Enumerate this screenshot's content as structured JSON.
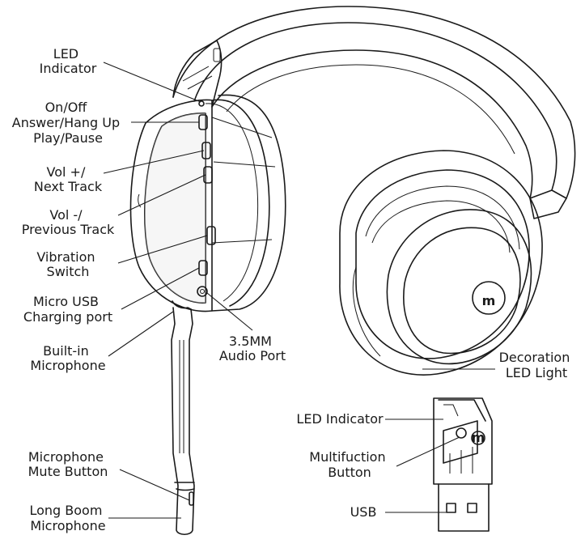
{
  "labels": {
    "led_indicator": [
      "LED",
      "Indicator"
    ],
    "on_off": [
      "On/Off",
      "Answer/Hang Up",
      "Play/Pause"
    ],
    "vol_up": [
      "Vol +/",
      "Next Track"
    ],
    "vol_down": [
      "Vol -/",
      "Previous Track"
    ],
    "vibration": [
      "Vibration",
      "Switch"
    ],
    "micro_usb": [
      "Micro USB",
      "Charging port"
    ],
    "builtin_mic": [
      "Built-in",
      "Microphone"
    ],
    "audio_port": [
      "3.5MM",
      "Audio Port"
    ],
    "mute_button": [
      "Microphone",
      "Mute Button"
    ],
    "long_boom": [
      "Long Boom",
      "Microphone"
    ],
    "decoration_led": [
      "Decoration",
      "LED Light"
    ],
    "dongle_led": "LED Indicator",
    "multifunction": [
      "Multifuction",
      "Button"
    ],
    "usb": "USB"
  },
  "logo_letter": "m"
}
